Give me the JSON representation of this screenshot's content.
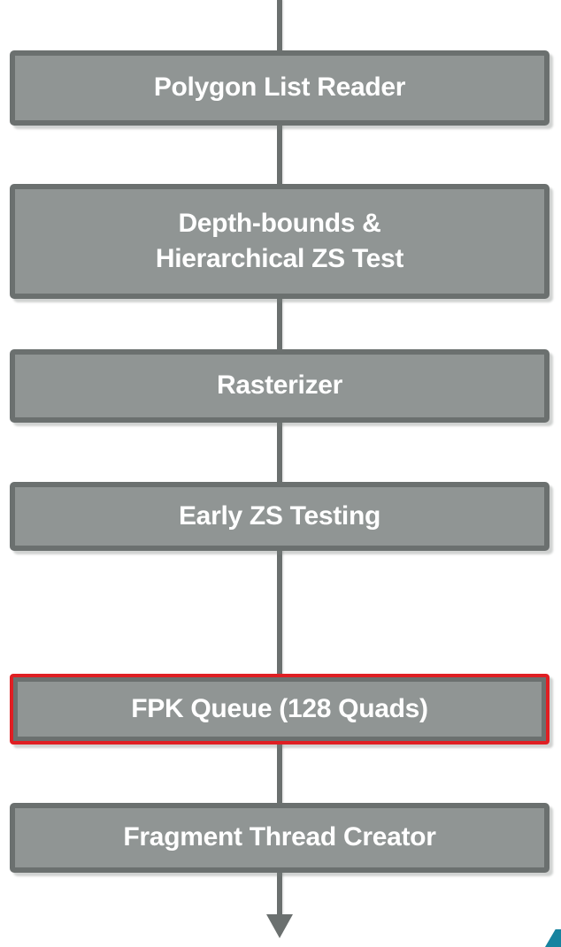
{
  "flowchart": {
    "nodes": [
      {
        "id": "polygon-list-reader",
        "label": "Polygon List Reader",
        "highlighted": false
      },
      {
        "id": "depth-bounds-hierarchical-zs-test",
        "label": "Depth-bounds &\nHierarchical ZS Test",
        "highlighted": false
      },
      {
        "id": "rasterizer",
        "label": "Rasterizer",
        "highlighted": false
      },
      {
        "id": "early-zs-testing",
        "label": "Early ZS Testing",
        "highlighted": false
      },
      {
        "id": "fpk-queue",
        "label": "FPK Queue (128 Quads)",
        "highlighted": true
      },
      {
        "id": "fragment-thread-creator",
        "label": "Fragment Thread Creator",
        "highlighted": false
      }
    ],
    "connector": {
      "direction": "down",
      "arrowhead": "bottom"
    },
    "colors": {
      "node_fill": "#909594",
      "node_border": "#6b706f",
      "node_text": "#ffffff",
      "highlight_border": "#df1f23",
      "connector": "#6b706f",
      "corner_accent": "#17839f",
      "background": "#ffffff"
    }
  }
}
